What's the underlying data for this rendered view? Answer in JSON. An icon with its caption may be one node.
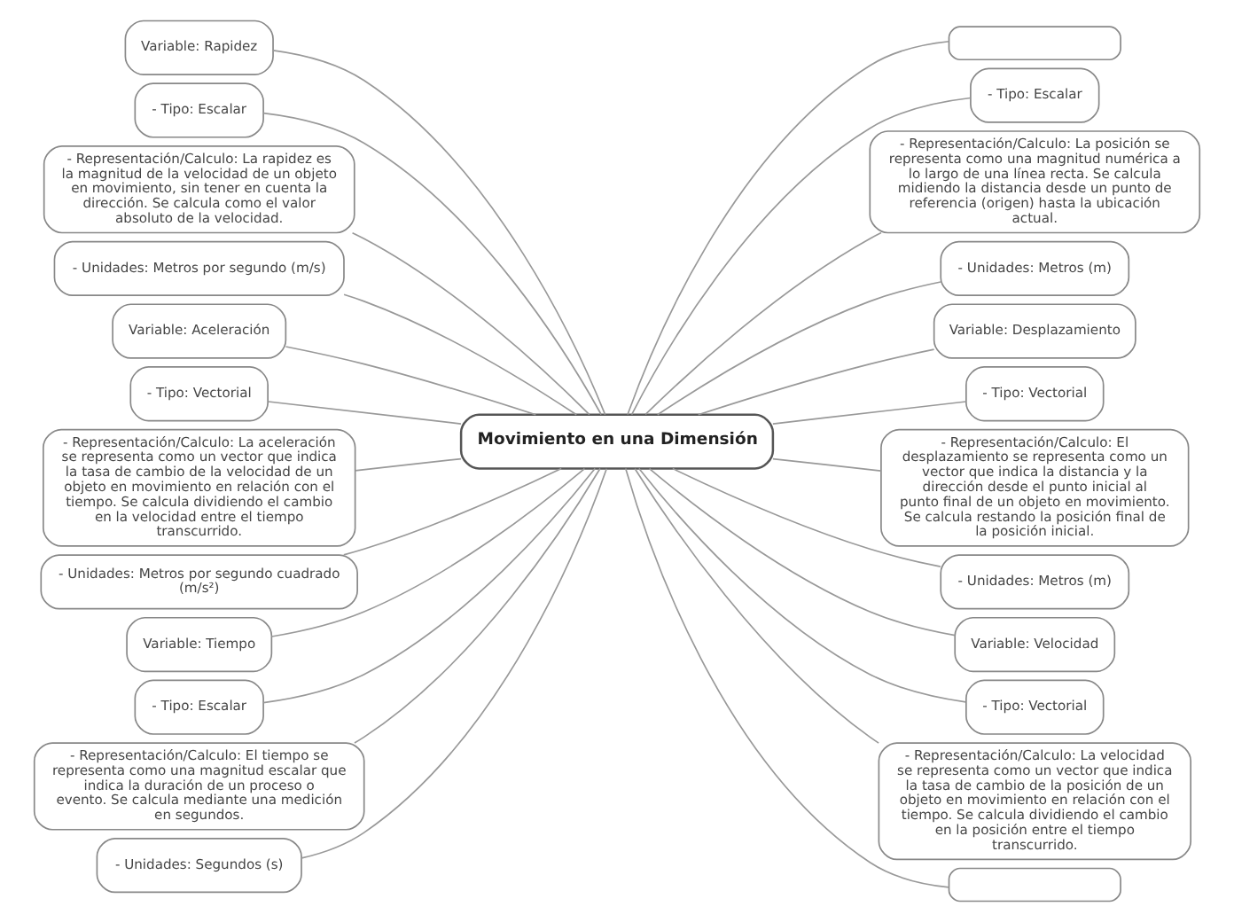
{
  "diagram": {
    "nodes": [
      {
        "text": [
          "Movimiento en una Dimensión"
        ]
      },
      {
        "text": [
          "Variable: Rapidez"
        ]
      },
      {
        "text": [
          "- Tipo: Escalar"
        ]
      },
      {
        "text": [
          "- Representación/Calculo: La rapidez es la magnitud de la velocidad de un objeto en movimiento, sin tener en cuenta la dirección. Se calcula como el valor absoluto de la velocidad."
        ]
      },
      {
        "text": [
          "- Unidades: Metros por segundo (m/s)"
        ]
      },
      {
        "text": [
          "Variable: Aceleración"
        ]
      },
      {
        "text": [
          "- Tipo: Vectorial"
        ]
      },
      {
        "text": [
          "- Representación/Calculo: La aceleración se representa como un vector que indica la tasa de cambio de la velocidad de un objeto en movimiento en relación con el tiempo. Se calcula dividiendo el cambio en la velocidad entre el tiempo transcurrido."
        ]
      },
      {
        "text": [
          "- Unidades: Metros por segundo cuadrado (m/s²)"
        ]
      },
      {
        "text": [
          "Variable: Tiempo"
        ]
      },
      {
        "text": [
          "- Tipo: Escalar"
        ]
      },
      {
        "text": [
          "- Representación/Calculo: El tiempo se representa como una magnitud escalar que indica la duración de un proceso o evento. Se calcula mediante una medición en segundos."
        ]
      },
      {
        "text": [
          "- Unidades: Segundos (s)"
        ]
      },
      {
        "text": [],
        "shape": "box"
      },
      {
        "text": [
          "- Tipo: Escalar"
        ]
      },
      {
        "text": [
          "- Representación/Calculo: La posición se representa como una magnitud numérica a lo largo de una línea recta. Se calcula midiendo la distancia desde un punto de referencia (origen) hasta la ubicación actual."
        ]
      },
      {
        "text": [
          "- Unidades: Metros (m)"
        ]
      },
      {
        "text": [
          "Variable: Desplazamiento"
        ]
      },
      {
        "text": [
          "- Tipo: Vectorial"
        ]
      },
      {
        "text": [
          "- Representación/Calculo: El desplazamiento se representa como un vector que indica la distancia y la dirección desde el punto inicial al punto final de un objeto en movimiento. Se calcula restando la posición final de la posición inicial."
        ]
      },
      {
        "text": [
          "- Unidades: Metros (m)"
        ]
      },
      {
        "text": [
          "Variable: Velocidad"
        ]
      },
      {
        "text": [
          "- Tipo: Vectorial"
        ]
      },
      {
        "text": [
          "- Representación/Calculo: La velocidad se representa como un vector que indica la tasa de cambio de la posición de un objeto en movimiento en relación con el tiempo. Se calcula dividiendo el cambio en la posición entre el tiempo transcurrido."
        ]
      },
      {
        "text": [],
        "shape": "box"
      }
    ],
    "edges": [
      {
        "from": 0,
        "to": 1,
        "arrow": "none"
      },
      {
        "from": 0,
        "to": 2,
        "arrow": "none"
      },
      {
        "from": 0,
        "to": 3,
        "arrow": "none"
      },
      {
        "from": 0,
        "to": 4,
        "arrow": "none"
      },
      {
        "from": 0,
        "to": 5,
        "arrow": "none"
      },
      {
        "from": 0,
        "to": 6,
        "arrow": "none"
      },
      {
        "from": 0,
        "to": 7,
        "arrow": "none"
      },
      {
        "from": 0,
        "to": 8,
        "arrow": "none"
      },
      {
        "from": 0,
        "to": 9,
        "arrow": "none"
      },
      {
        "from": 0,
        "to": 10,
        "arrow": "none"
      },
      {
        "from": 0,
        "to": 11,
        "arrow": "none"
      },
      {
        "from": 0,
        "to": 12,
        "arrow": "none"
      },
      {
        "from": 0,
        "to": 13,
        "arrow": "none"
      },
      {
        "from": 0,
        "to": 14,
        "arrow": "none"
      },
      {
        "from": 0,
        "to": 15,
        "arrow": "none"
      },
      {
        "from": 0,
        "to": 16,
        "arrow": "none"
      },
      {
        "from": 0,
        "to": 17,
        "arrow": "none"
      },
      {
        "from": 0,
        "to": 18,
        "arrow": "none"
      },
      {
        "from": 0,
        "to": 19,
        "arrow": "none"
      },
      {
        "from": 0,
        "to": 20,
        "arrow": "none"
      },
      {
        "from": 0,
        "to": 21,
        "arrow": "none"
      },
      {
        "from": 0,
        "to": 22,
        "arrow": "none"
      },
      {
        "from": 0,
        "to": 23,
        "arrow": "none"
      },
      {
        "from": 0,
        "to": 24,
        "arrow": "none"
      }
    ]
  }
}
